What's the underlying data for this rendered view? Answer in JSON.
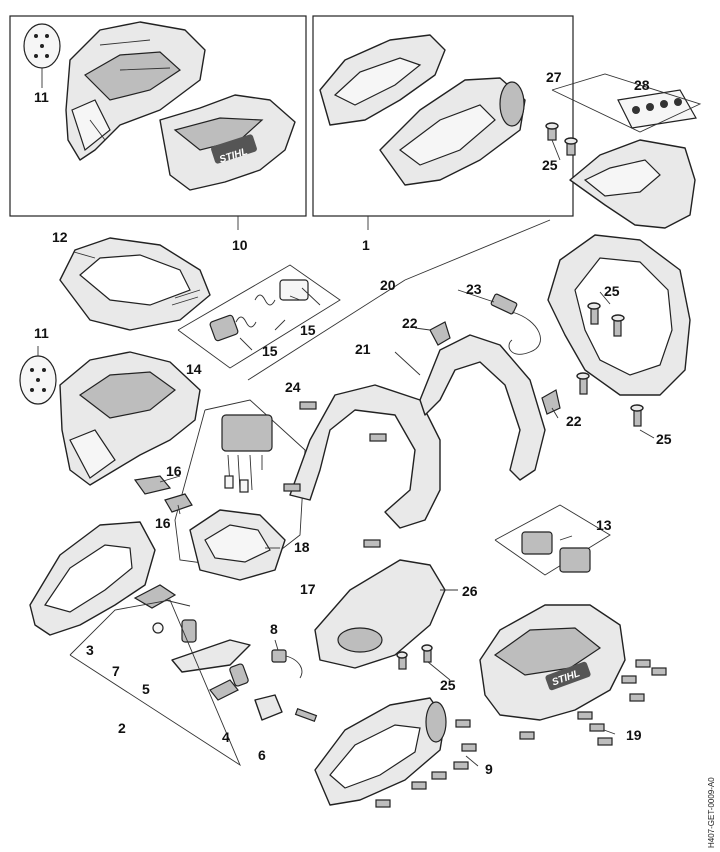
{
  "diagram": {
    "document_code": "H407-GET-0009-A0",
    "brand_label": "STIHL",
    "callouts": [
      {
        "id": "c1",
        "label": "1"
      },
      {
        "id": "c2",
        "label": "2"
      },
      {
        "id": "c3",
        "label": "3"
      },
      {
        "id": "c4",
        "label": "4"
      },
      {
        "id": "c5",
        "label": "5"
      },
      {
        "id": "c6",
        "label": "6"
      },
      {
        "id": "c7",
        "label": "7"
      },
      {
        "id": "c8",
        "label": "8"
      },
      {
        "id": "c9",
        "label": "9"
      },
      {
        "id": "c10",
        "label": "10"
      },
      {
        "id": "c11a",
        "label": "11"
      },
      {
        "id": "c11b",
        "label": "11"
      },
      {
        "id": "c12",
        "label": "12"
      },
      {
        "id": "c13",
        "label": "13"
      },
      {
        "id": "c14",
        "label": "14"
      },
      {
        "id": "c15a",
        "label": "15"
      },
      {
        "id": "c15b",
        "label": "15"
      },
      {
        "id": "c16a",
        "label": "16"
      },
      {
        "id": "c16b",
        "label": "16"
      },
      {
        "id": "c17",
        "label": "17"
      },
      {
        "id": "c18",
        "label": "18"
      },
      {
        "id": "c19",
        "label": "19"
      },
      {
        "id": "c20",
        "label": "20"
      },
      {
        "id": "c21",
        "label": "21"
      },
      {
        "id": "c22a",
        "label": "22"
      },
      {
        "id": "c22b",
        "label": "22"
      },
      {
        "id": "c23",
        "label": "23"
      },
      {
        "id": "c24",
        "label": "24"
      },
      {
        "id": "c25a",
        "label": "25"
      },
      {
        "id": "c25b",
        "label": "25"
      },
      {
        "id": "c25c",
        "label": "25"
      },
      {
        "id": "c25d",
        "label": "25"
      },
      {
        "id": "c26",
        "label": "26"
      },
      {
        "id": "c27",
        "label": "27"
      },
      {
        "id": "c28",
        "label": "28"
      }
    ]
  }
}
